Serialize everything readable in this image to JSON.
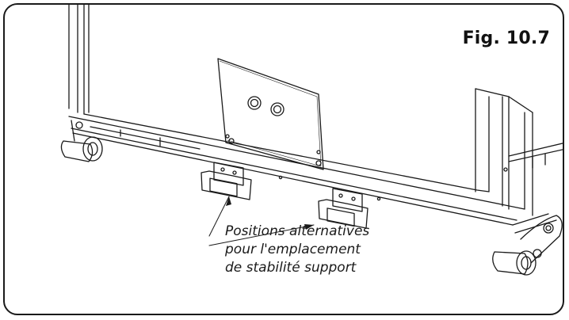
{
  "figure": {
    "label": "Fig. 10.7"
  },
  "callout": {
    "lines": [
      "Positions alternatives",
      "pour l'emplacement",
      "de stabilité support"
    ]
  },
  "colors": {
    "line": "#1a1a1a",
    "frame": "#1a1a1a",
    "background": "#ffffff"
  }
}
